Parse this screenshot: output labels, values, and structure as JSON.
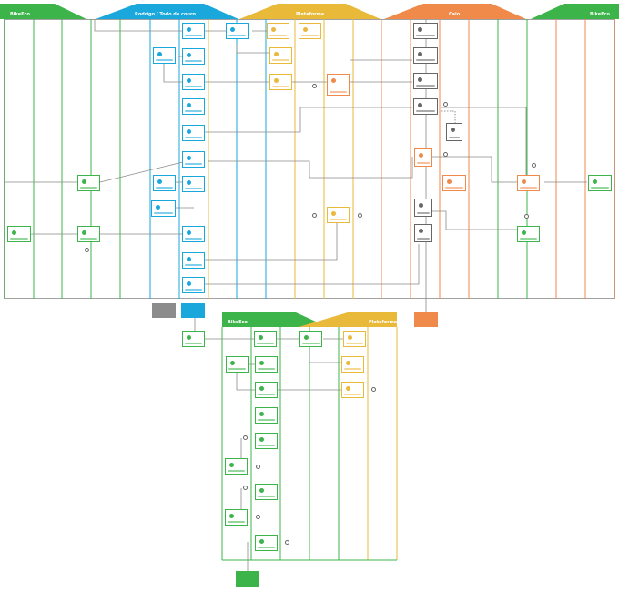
{
  "colors": {
    "green": "#3cb44a",
    "blue": "#1aa8dc",
    "yellow": "#e9b93a",
    "orange": "#f08a4b",
    "line": "#8a8a8a",
    "gray": "#8c8c8c"
  },
  "top_lanes": {
    "bikeeco_left": "BikeEco",
    "rodrigo": "Rodrigo / Todo de couro",
    "plataforma": "Plataforma",
    "caio": "Caio",
    "bikeeco_right": "BikeEco"
  },
  "bottom_lanes": {
    "bikeeco": "BikeEco",
    "plataforma": "Plataforma"
  },
  "icons": [
    "bike-icon",
    "laptop-icon",
    "phone-icon",
    "cart-icon",
    "thought-cloud-icon",
    "monitor-icon",
    "people-icon",
    "package-icon",
    "map-pin-icon"
  ]
}
